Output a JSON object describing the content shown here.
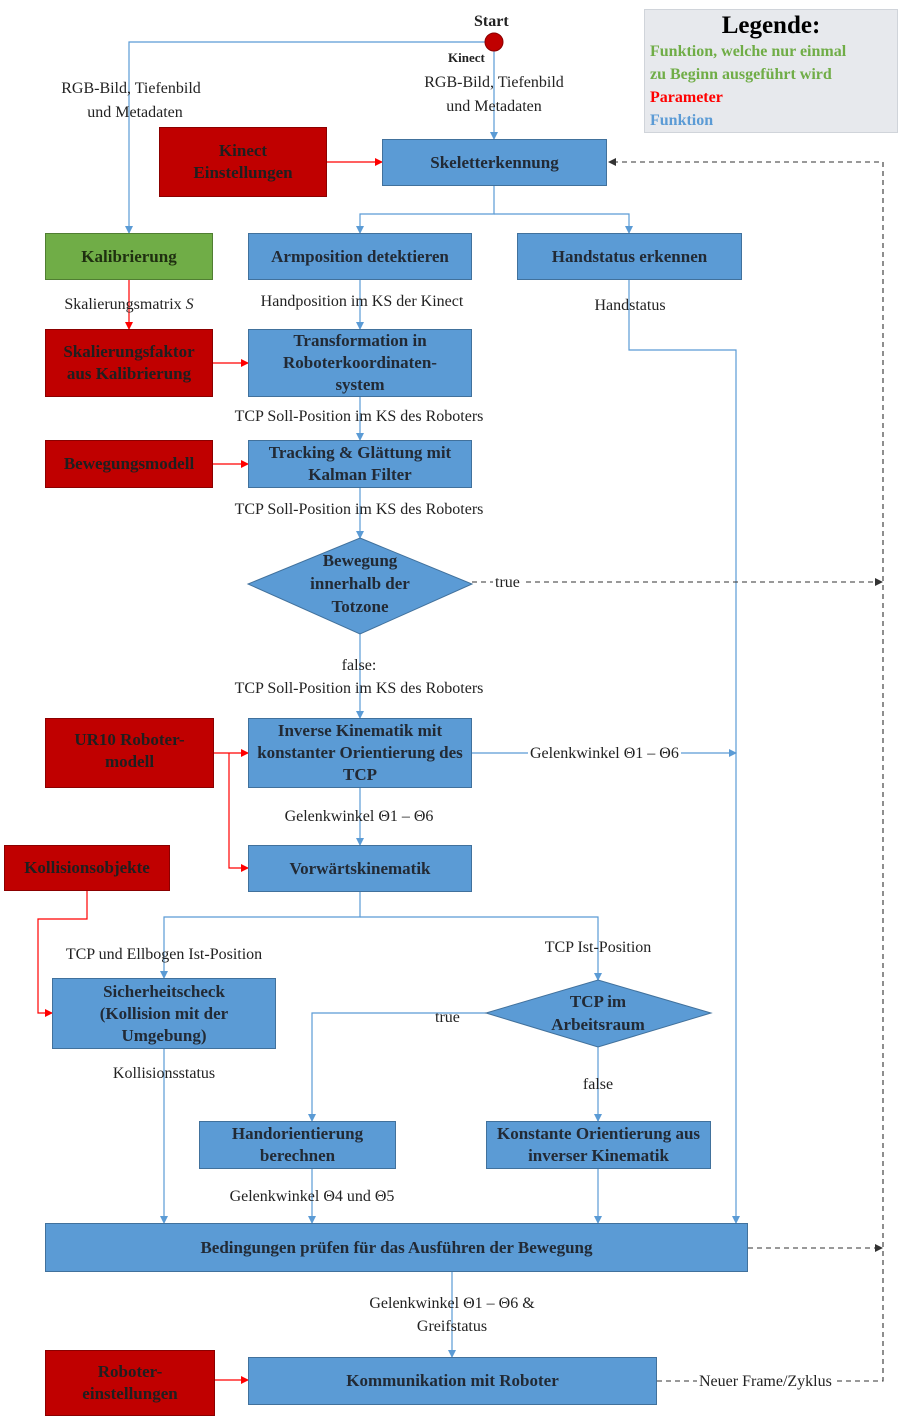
{
  "start": {
    "label": "Start",
    "source": "Kinect"
  },
  "legend": {
    "title": "Legende:",
    "green_line1": "Funktion, welche nur einmal",
    "green_line2": "zu Beginn ausgeführt wird",
    "red": "Parameter",
    "blue": "Funktion",
    "colors": {
      "green": "#70ad47",
      "red": "#ff0000",
      "blue": "#5b9bd5"
    }
  },
  "params": {
    "kinect_einstellungen": "Kinect Einstellungen",
    "skalierungsfaktor": "Skalierungsfaktor aus Kalibrierung",
    "bewegungsmodell": "Bewegungsmodell",
    "ur10_modell": "UR10 Roboter-modell",
    "kollisionsobjekte": "Kollisionsobjekte",
    "roboter_einstellungen": "Roboter-einstellungen"
  },
  "once": {
    "kalibrierung": "Kalibrierung"
  },
  "functions": {
    "skeletterkennung": "Skeletterkennung",
    "armposition": "Armposition detektieren",
    "handstatus_erkennen": "Handstatus erkennen",
    "transformation": "Transformation in Roboterkoordinaten-system",
    "tracking": "Tracking & Glättung mit Kalman Filter",
    "inverse_kinematik": "Inverse Kinematik mit konstanter Orientierung des TCP",
    "vorwaertskinematik": "Vorwärtskinematik",
    "sicherheitscheck": "Sicherheitscheck (Kollision mit der Umgebung)",
    "handorientierung": "Handorientierung berechnen",
    "konstante_orientierung": "Konstante Orientierung aus inverser Kinematik",
    "bedingungen": "Bedingungen prüfen für das Ausführen der Bewegung",
    "kommunikation": "Kommunikation mit Roboter"
  },
  "decisions": {
    "totzone": "Bewegung innerhalb der Totzone",
    "arbeitsraum": "TCP im Arbeitsraum"
  },
  "labels": {
    "rgb_left_1": "RGB-Bild, Tiefenbild",
    "rgb_left_2": "und Metadaten",
    "rgb_right_1": "RGB-Bild, Tiefenbild",
    "rgb_right_2": "und Metadaten",
    "skalierungsmatrix": "Skalierungsmatrix",
    "skalierungsmatrix_symbol": "S",
    "handposition": "Handposition im KS der Kinect",
    "handstatus": "Handstatus",
    "tcp_soll_1": "TCP Soll-Position im KS des Roboters",
    "tcp_soll_2": "TCP Soll-Position im KS des Roboters",
    "true_totzone": "true",
    "false_totzone": "false:",
    "tcp_soll_3": "TCP Soll-Position im KS des Roboters",
    "gelenkwinkel_right": "Gelenkwinkel Θ1 – Θ6",
    "gelenkwinkel_mid": "Gelenkwinkel Θ1 – Θ6",
    "tcp_ellbogen": "TCP und Ellbogen Ist-Position",
    "tcp_ist": "TCP Ist-Position",
    "true_arbeitsraum": "true",
    "false_arbeitsraum": "false",
    "kollisionsstatus": "Kollisionsstatus",
    "gelenkwinkel_45": "Gelenkwinkel Θ4 und Θ5",
    "gelenkwinkel_greif_1": "Gelenkwinkel Θ1 – Θ6 &",
    "gelenkwinkel_greif_2": "Greifstatus",
    "neuer_frame": "Neuer Frame/Zyklus"
  }
}
